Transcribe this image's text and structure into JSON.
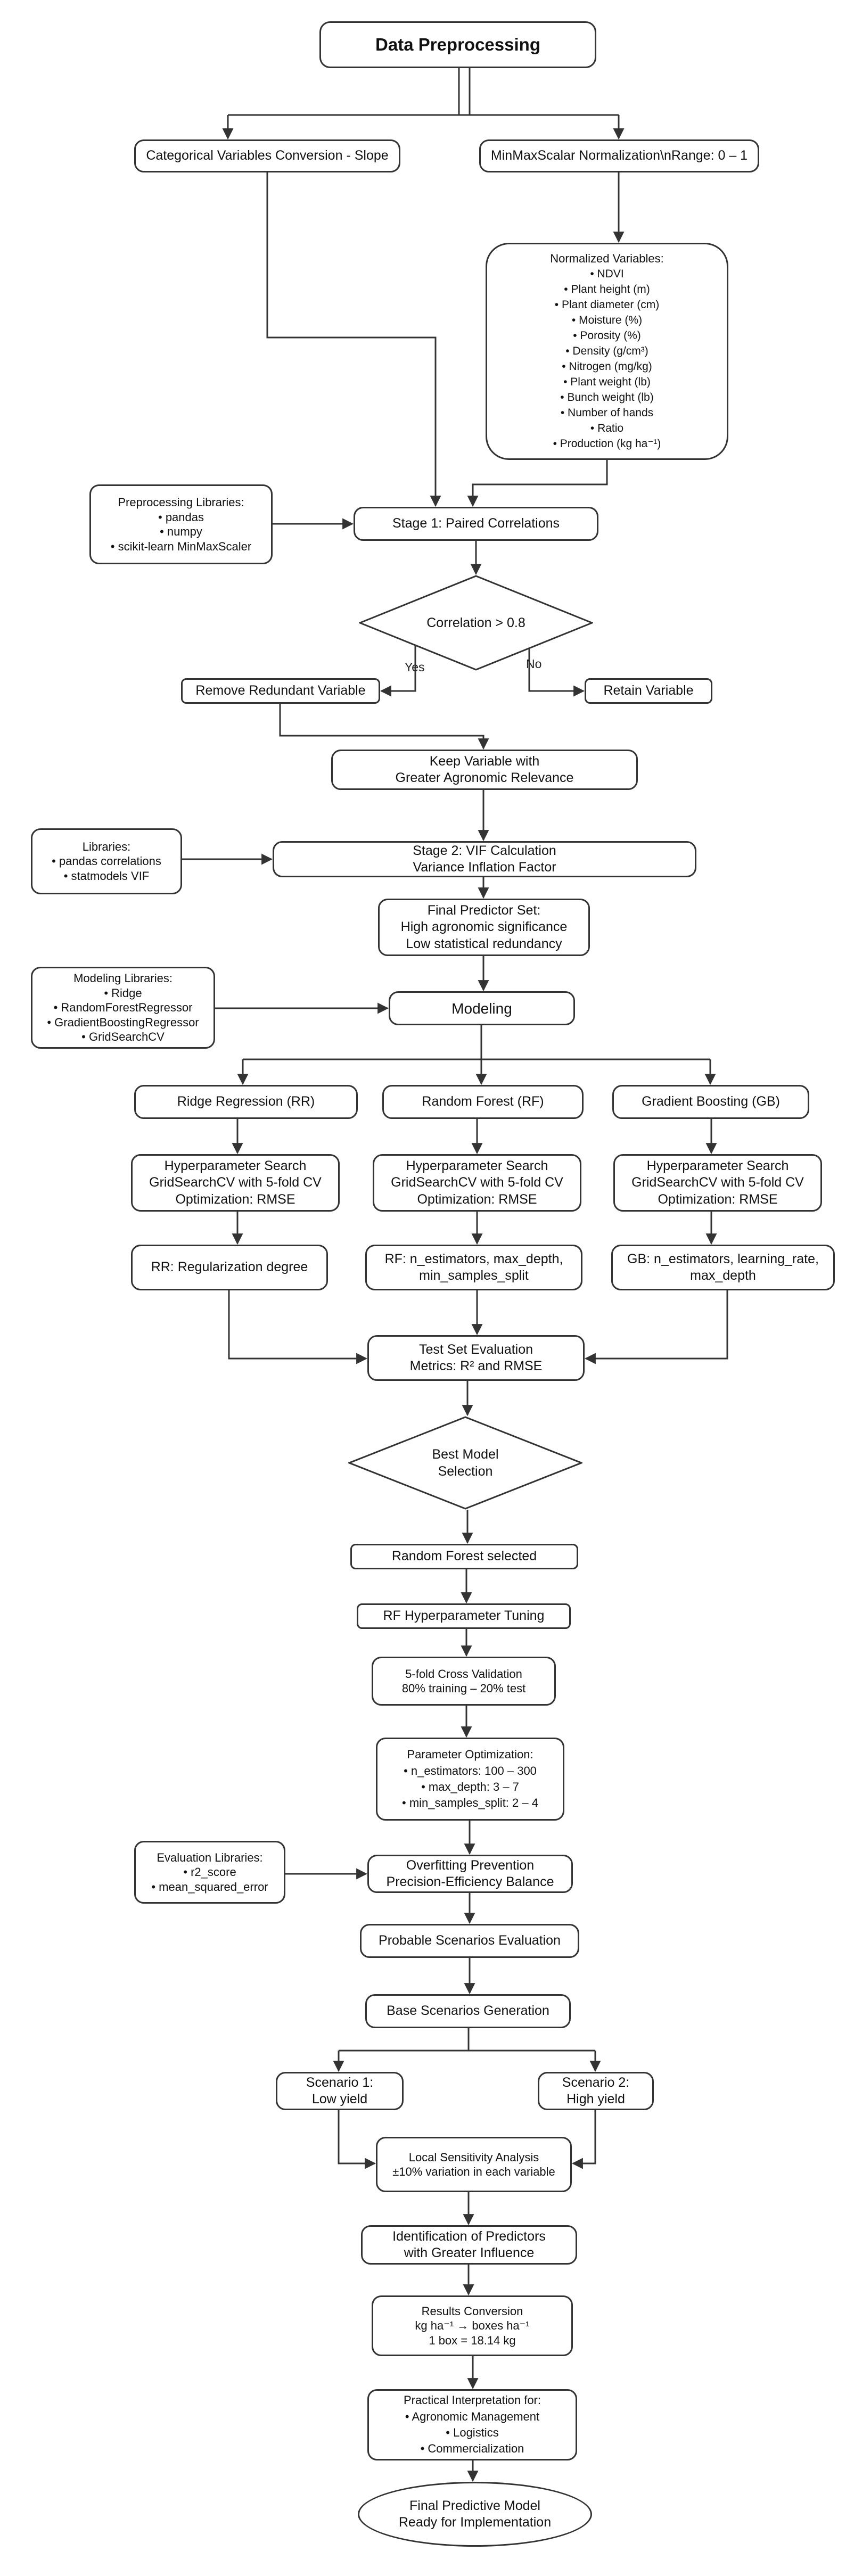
{
  "colors": {
    "stroke": "#333333",
    "background": "#ffffff",
    "text": "#111111"
  },
  "nodes": {
    "data_preprocessing": [
      "Data Preprocessing"
    ],
    "categorical_conversion": [
      "Categorical Variables Conversion - Slope"
    ],
    "minmax_normalization": [
      "MinMaxScalar Normalization\\nRange: 0 – 1"
    ],
    "normalized_variables": [
      "Normalized Variables:",
      "• NDVI",
      "• Plant height (m)",
      "• Plant diameter (cm)",
      "• Moisture (%)",
      "• Porosity (%)",
      "• Density (g/cm³)",
      "• Nitrogen (mg/kg)",
      "• Plant weight (lb)",
      "• Bunch weight (lb)",
      "• Number of hands",
      "• Ratio",
      "• Production (kg ha⁻¹)"
    ],
    "preprocessing_libraries": [
      "Preprocessing Libraries:",
      "• pandas",
      "• numpy",
      "• scikit-learn MinMaxScaler"
    ],
    "stage1": [
      "Stage 1: Paired Correlations"
    ],
    "correlation_decision": [
      "Correlation > 0.8"
    ],
    "remove_redundant": [
      "Remove Redundant Variable"
    ],
    "retain_variable": [
      "Retain Variable"
    ],
    "keep_variable": [
      "Keep Variable with",
      "Greater Agronomic Relevance"
    ],
    "libraries_vif": [
      "Libraries:",
      "• pandas correlations",
      "• statmodels VIF"
    ],
    "stage2": [
      "Stage 2: VIF Calculation",
      "Variance Inflation Factor"
    ],
    "final_predictor_set": [
      "Final Predictor Set:",
      "High agronomic significance",
      "Low statistical redundancy"
    ],
    "modeling_libraries": [
      "Modeling Libraries:",
      "• Ridge",
      "• RandomForestRegressor",
      "• GradientBoostingRegressor",
      "• GridSearchCV"
    ],
    "modeling": [
      "Modeling"
    ],
    "ridge": [
      "Ridge Regression (RR)"
    ],
    "random_forest": [
      "Random Forest (RF)"
    ],
    "gradient_boosting": [
      "Gradient Boosting (GB)"
    ],
    "hyper_rr": [
      "Hyperparameter Search",
      "GridSearchCV with 5-fold CV",
      "Optimization: RMSE"
    ],
    "hyper_rf": [
      "Hyperparameter Search",
      "GridSearchCV with 5-fold CV",
      "Optimization: RMSE"
    ],
    "hyper_gb": [
      "Hyperparameter Search",
      "GridSearchCV with 5-fold CV",
      "Optimization: RMSE"
    ],
    "rr_params": [
      "RR: Regularization degree"
    ],
    "rf_params": [
      "RF: n_estimators, max_depth,",
      "min_samples_split"
    ],
    "gb_params": [
      "GB: n_estimators, learning_rate,",
      "max_depth"
    ],
    "test_eval": [
      "Test Set Evaluation",
      "Metrics: R² and RMSE"
    ],
    "best_model": [
      "Best Model",
      "Selection"
    ],
    "rf_selected": [
      "Random Forest selected"
    ],
    "rf_tuning": [
      "RF Hyperparameter Tuning"
    ],
    "cross_validation": [
      "5-fold Cross Validation",
      "80% training – 20% test"
    ],
    "param_optimization": [
      "Parameter Optimization:",
      "• n_estimators: 100 – 300",
      "• max_depth: 3 – 7",
      "• min_samples_split: 2 – 4"
    ],
    "evaluation_libraries": [
      "Evaluation Libraries:",
      "• r2_score",
      "• mean_squared_error"
    ],
    "overfitting": [
      "Overfitting Prevention",
      "Precision-Efficiency Balance"
    ],
    "probable_scenarios": [
      "Probable Scenarios Evaluation"
    ],
    "base_scenarios": [
      "Base Scenarios Generation"
    ],
    "scenario1": [
      "Scenario 1:",
      "Low yield"
    ],
    "scenario2": [
      "Scenario 2:",
      "High yield"
    ],
    "sensitivity": [
      "Local Sensitivity Analysis",
      "±10% variation in each variable"
    ],
    "identification": [
      "Identification of Predictors",
      "with Greater Influence"
    ],
    "results_conversion": [
      "Results Conversion",
      "kg ha⁻¹ → boxes ha⁻¹",
      "1 box = 18.14 kg"
    ],
    "practical_interpretation": [
      "Practical Interpretation for:",
      "• Agronomic Management",
      "• Logistics",
      "• Commercialization"
    ],
    "final_model": [
      "Final Predictive Model",
      "Ready for Implementation"
    ]
  },
  "edge_labels": {
    "yes": "Yes",
    "no": "No"
  }
}
